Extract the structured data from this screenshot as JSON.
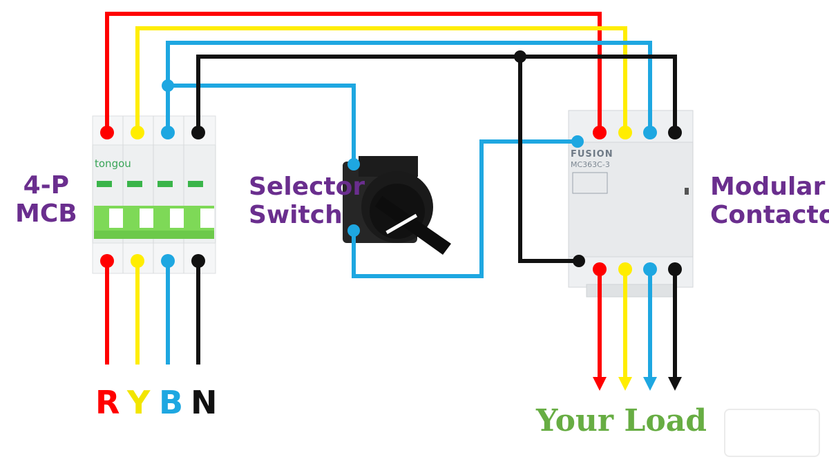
{
  "labels": {
    "mcb": [
      "4-P",
      "MCB"
    ],
    "selector": [
      "Selector",
      "Switch"
    ],
    "contactor": [
      "Modular",
      "Contactor"
    ]
  },
  "phases": [
    {
      "letter": "R",
      "color": "#ff0000"
    },
    {
      "letter": "Y",
      "color": "#f2e500"
    },
    {
      "letter": "B",
      "color": "#1ea7e1"
    },
    {
      "letter": "N",
      "color": "#111111"
    }
  ],
  "load_label": "Your Load",
  "load_color": "#67ad43",
  "devices": {
    "mcb_brand": "tongou",
    "contactor_brand": "FUSION",
    "contactor_model": "MC363C-3"
  },
  "wire_colors": {
    "red": "#ff0000",
    "yellow": "#ffed00",
    "blue": "#1ea7e1",
    "black": "#111111"
  }
}
